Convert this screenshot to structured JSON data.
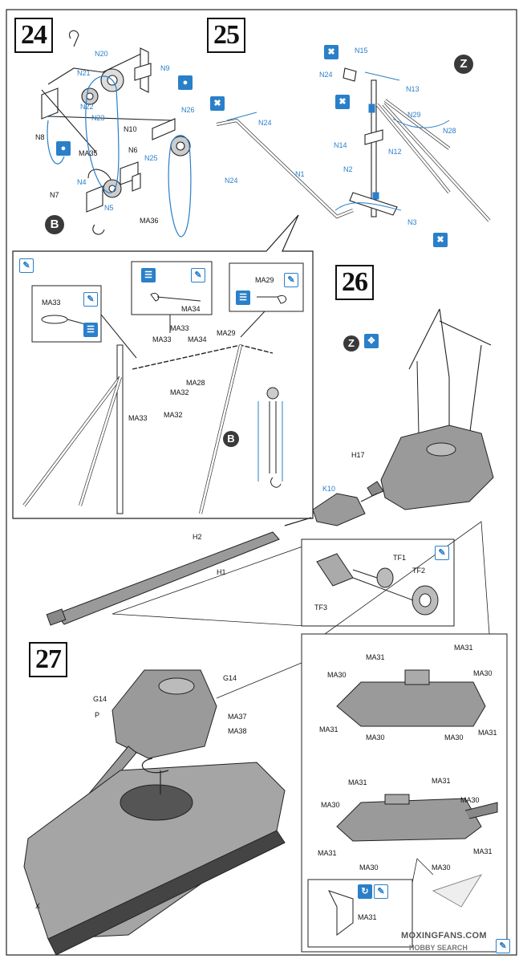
{
  "steps": {
    "s24": "24",
    "s25": "25",
    "s26": "26",
    "s27": "27"
  },
  "badges": {
    "z": "Z",
    "b": "B"
  },
  "icons": {
    "drop": "glue-icon",
    "tool": "tool-icon",
    "paint": "paint-icon",
    "rotate": "rotate-icon",
    "move": "move-icon"
  },
  "labels": {
    "n21": "N21",
    "n20": "N20",
    "n9": "N9",
    "n22": "N22",
    "n23": "N23",
    "n8": "N8",
    "n10": "N10",
    "n26": "N26",
    "ma35": "MA35",
    "n6": "N6",
    "n25": "N25",
    "n4": "N4",
    "n7": "N7",
    "n5": "N5",
    "ma36": "MA36",
    "n15": "N15",
    "n24a": "N24",
    "n13": "N13",
    "n24b": "N24",
    "n29": "N29",
    "n28": "N28",
    "n14": "N14",
    "n12": "N12",
    "n24c": "N24",
    "n1": "N1",
    "n2": "N2",
    "n3": "N3",
    "ma33a": "MA33",
    "ma34a": "MA34",
    "ma29a": "MA29",
    "ma33b": "MA33",
    "ma33c": "MA33",
    "ma34b": "MA34",
    "ma29b": "MA29",
    "ma28": "MA28",
    "ma32a": "MA32",
    "ma33d": "MA33",
    "ma32b": "MA32",
    "h17": "H17",
    "k10": "K10",
    "h2": "H2",
    "h1": "H1",
    "tf1": "TF1",
    "tf2": "TF2",
    "tf3": "TF3",
    "g14a": "G14",
    "g14b": "G14",
    "p": "P",
    "ma37": "MA37",
    "ma38": "MA38",
    "x": "X",
    "ma31a": "MA31",
    "ma31b": "MA31",
    "ma30a": "MA30",
    "ma30b": "MA30",
    "ma31c": "MA31",
    "ma30c": "MA30",
    "ma30d": "MA30",
    "ma31d": "MA31",
    "ma31e": "MA31",
    "ma31f": "MA31",
    "ma30e": "MA30",
    "ma30f": "MA30",
    "ma31g": "MA31",
    "ma31h": "MA31",
    "ma30g": "MA30",
    "ma30h": "MA30",
    "ma31i": "MA31"
  },
  "watermark": {
    "line1": "MOXINGFANS.COM",
    "line2": "HOBBY SEARCH"
  }
}
